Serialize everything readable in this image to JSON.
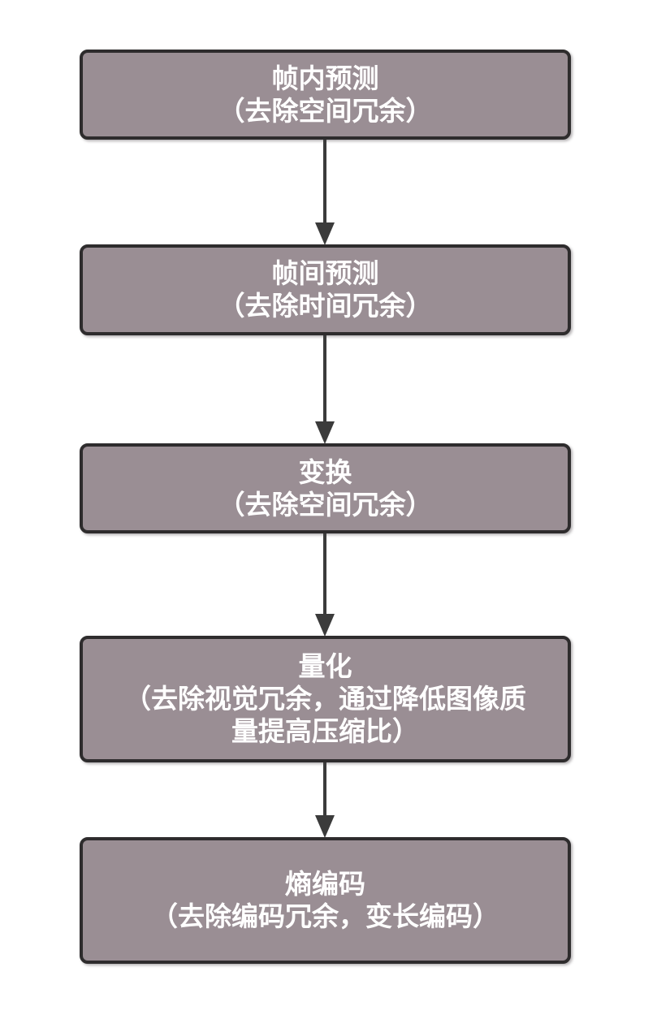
{
  "page": {
    "background": "#ffffff"
  },
  "flowchart": {
    "type": "vertical-flow",
    "node_fill": "#9a8e94",
    "node_border_color": "#2e2c2d",
    "node_text_color": "#ffffff",
    "arrow_color": "#3b3b3b",
    "nodes": [
      {
        "title": "帧内预测",
        "subtitle": "（去除空间冗余）"
      },
      {
        "title": "帧间预测",
        "subtitle": "（去除时间冗余）"
      },
      {
        "title": "变换",
        "subtitle": "（去除空间冗余）"
      },
      {
        "title": "量化",
        "subtitle": "（去除视觉冗余，通过降低图像质量提高压缩比）"
      },
      {
        "title": "熵编码",
        "subtitle": "（去除编码冗余，变长编码）"
      }
    ]
  }
}
